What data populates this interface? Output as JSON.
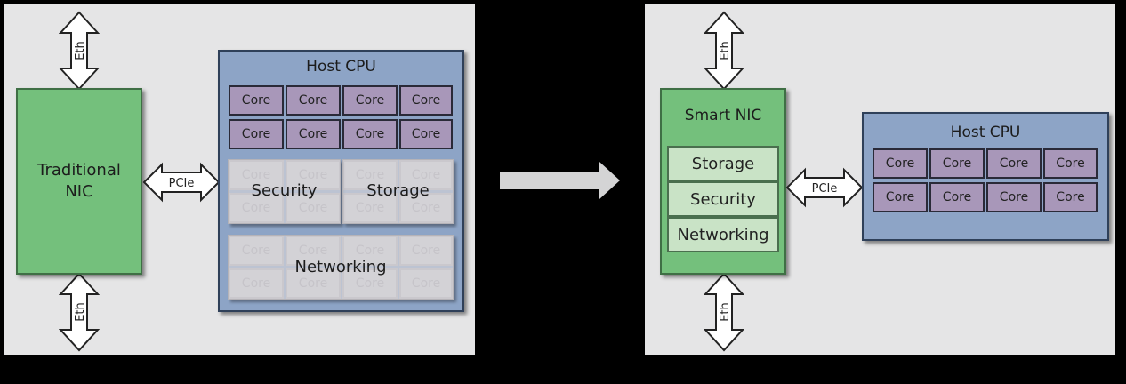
{
  "left": {
    "nic_label_line1": "Traditional",
    "nic_label_line2": "NIC",
    "eth_label": "Eth",
    "pcie_label": "PCIe",
    "cpu_title": "Host CPU",
    "core_label": "Core",
    "security_label": "Security",
    "storage_label": "Storage",
    "networking_label": "Networking"
  },
  "right": {
    "nic_title": "Smart NIC",
    "services": [
      "Storage",
      "Security",
      "Networking"
    ],
    "eth_label": "Eth",
    "pcie_label": "PCIe",
    "cpu_title": "Host CPU",
    "core_label": "Core"
  }
}
